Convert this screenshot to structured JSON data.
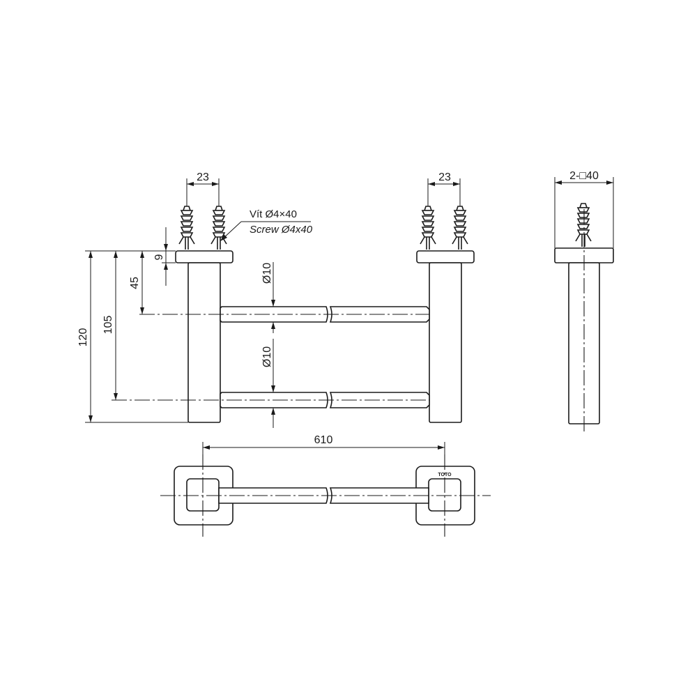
{
  "front_view": {
    "dim_top_left": "23",
    "dim_top_right": "23",
    "dim_overall_height": "120",
    "dim_lower_bar": "105",
    "dim_upper_bar": "45",
    "dim_flange": "9",
    "dim_bar_upper_dia": "Ø10",
    "dim_bar_lower_dia": "Ø10",
    "screw_note_vi": "Vít Ø4×40",
    "screw_note_en": "Screw Ø4x40"
  },
  "side_view": {
    "dim_base": "2-□40"
  },
  "top_view": {
    "dim_length": "610",
    "brand_mark": "TOTO"
  }
}
